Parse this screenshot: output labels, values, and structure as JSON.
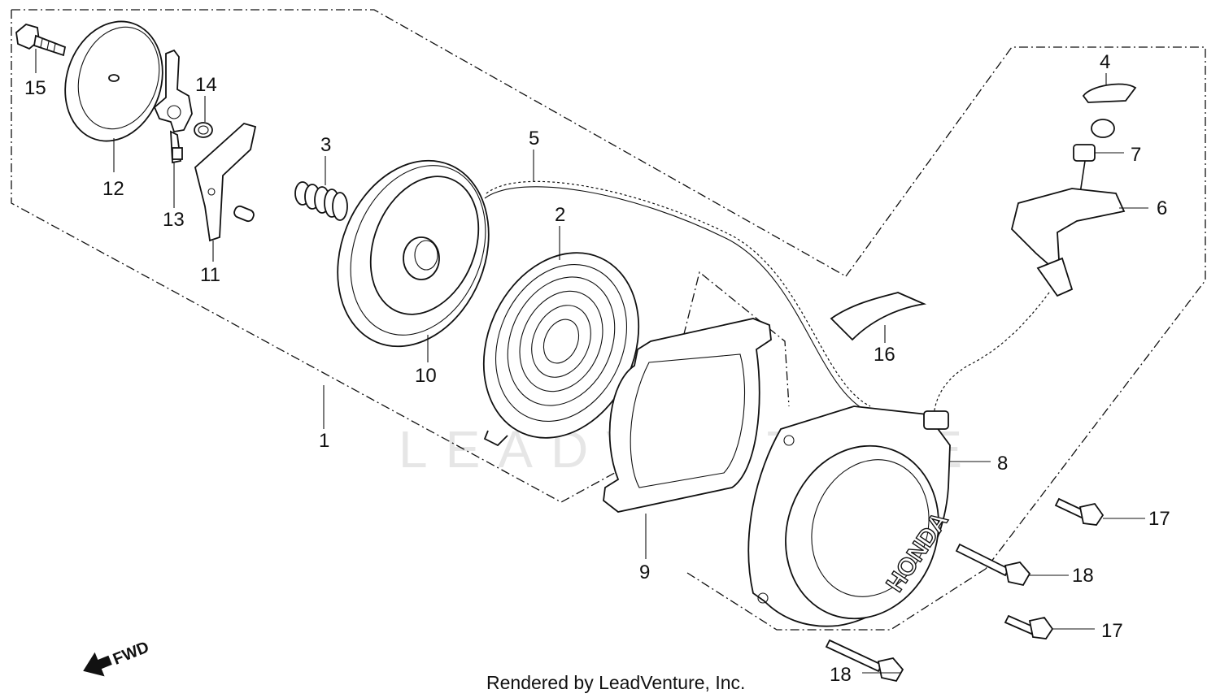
{
  "watermark": "LEADVENTURE",
  "credit": "Rendered by LeadVenture, Inc.",
  "fwd_label": "FWD",
  "brand_mark": "HONDA",
  "callouts": {
    "p1": "1",
    "p2": "2",
    "p3": "3",
    "p4": "4",
    "p5": "5",
    "p6": "6",
    "p7": "7",
    "p8": "8",
    "p9": "9",
    "p10": "10",
    "p11": "11",
    "p12": "12",
    "p13": "13",
    "p14": "14",
    "p15": "15",
    "p16": "16",
    "p17a": "17",
    "p17b": "17",
    "p18a": "18",
    "p18b": "18"
  }
}
